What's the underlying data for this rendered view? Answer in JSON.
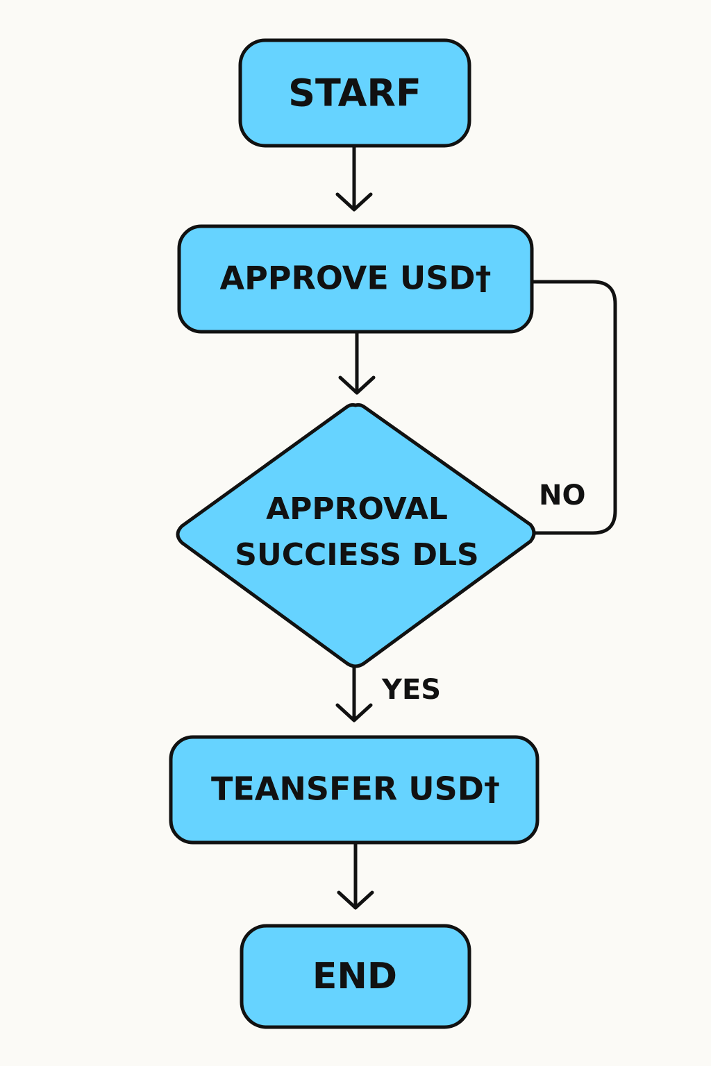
{
  "colors": {
    "background": "#fbfaf6",
    "node_fill": "#66d3ff",
    "stroke": "#111111",
    "text": "#111111"
  },
  "nodes": {
    "start": {
      "label": "STARF",
      "shape": "rounded-rectangle"
    },
    "approve": {
      "label": "APPROVE USD†",
      "shape": "rounded-rectangle"
    },
    "decision": {
      "line1": "APPROVAL",
      "line2": "SUCCIESS DLS",
      "shape": "diamond"
    },
    "transfer": {
      "label": "TEANSFER USD†",
      "shape": "rounded-rectangle"
    },
    "end": {
      "label": "END",
      "shape": "rounded-rectangle"
    }
  },
  "edges": {
    "no_label": "NO",
    "yes_label": "YES"
  }
}
